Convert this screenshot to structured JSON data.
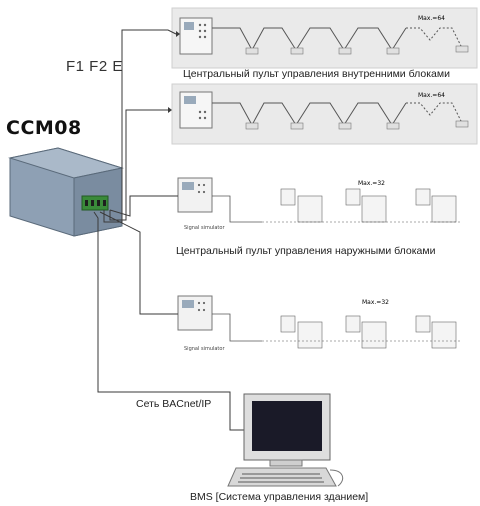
{
  "device": {
    "model": "CCM08",
    "bus_terminals": "F1 F2 E"
  },
  "groups": [
    {
      "caption": "Центральный пульт управления внутренними блоками",
      "max_label": "Max.=64"
    },
    {
      "caption": "",
      "max_label": "Max.=64"
    },
    {
      "caption": "",
      "max_label": "Max.=32",
      "tag": "Signal simulator"
    },
    {
      "caption": "Центральный пульт управления наружными блоками",
      "max_label": "Max.=32",
      "tag": "Signal simulator"
    }
  ],
  "network": {
    "label": "Сеть BACnet/IP"
  },
  "bms": {
    "caption": "BMS [Система управления зданием]"
  },
  "colors": {
    "panel": "#e9e9e9",
    "panel_border": "#c8c8c8",
    "line": "#3a3a3a",
    "device_green": "#3a8a3a",
    "screen": "#1a1a28"
  }
}
